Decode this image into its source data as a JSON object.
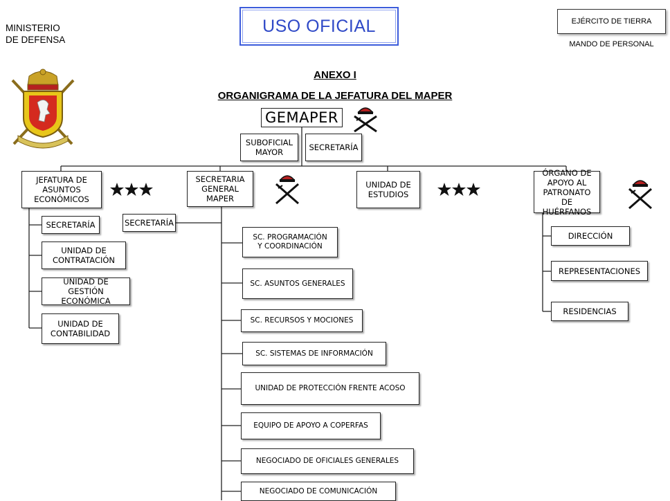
{
  "header": {
    "ministry_line1": "MINISTERIO",
    "ministry_line2": "DE DEFENSA",
    "classification": "USO OFICIAL",
    "army": "EJÉRCITO DE TIERRA",
    "command": "MANDO DE PERSONAL"
  },
  "document": {
    "annex": "ANEXO I",
    "title": "ORGANIGRAMA DE LA JEFATURA DEL MAPER"
  },
  "org": {
    "top": "GEMAPER",
    "suboficial": "SUBOFICIAL\nMAYOR",
    "secretaria_top": "SECRETARÍA",
    "jefatura": {
      "label": "JEFATURA DE\nASUNTOS\nECONÓMICOS",
      "children": [
        "SECRETARÍA",
        "UNIDAD DE\nCONTRATACIÓN",
        "UNIDAD DE GESTIÓN\nECONÓMICA",
        "UNIDAD DE\nCONTABILIDAD"
      ]
    },
    "sec_general": {
      "label": "SECRETARIA\nGENERAL\nMAPER",
      "secretaria": "SECRETARÍA",
      "children": [
        "SC. PROGRAMACIÓN\nY COORDINACIÓN",
        "SC. ASUNTOS GENERALES",
        "SC. RECURSOS Y MOCIONES",
        "SC. SISTEMAS DE INFORMACIÓN",
        "UNIDAD DE PROTECCIÓN FRENTE ACOSO",
        "EQUIPO DE APOYO A COPERFAS",
        "NEGOCIADO DE OFICIALES GENERALES",
        "NEGOCIADO DE COMUNICACIÓN"
      ]
    },
    "estudios": "UNIDAD DE\nESTUDIOS",
    "organo": {
      "label": "ÓRGANO DE\nAPOYO AL\nPATRONATO DE\nHUÉRFANOS",
      "children": [
        "DIRECCIÓN",
        "REPRESENTACIONES",
        "RESIDENCIAS"
      ]
    }
  },
  "icons": {
    "insignia_general": "general-officer-insignia-icon",
    "stars": "three-stars-icon",
    "coat_of_arms": "army-coat-of-arms-icon",
    "insignia_color": "#1a1a1a",
    "crown_color": "#b52020",
    "shield_color": "#e8c619",
    "classification_color": "#2f49c7"
  }
}
